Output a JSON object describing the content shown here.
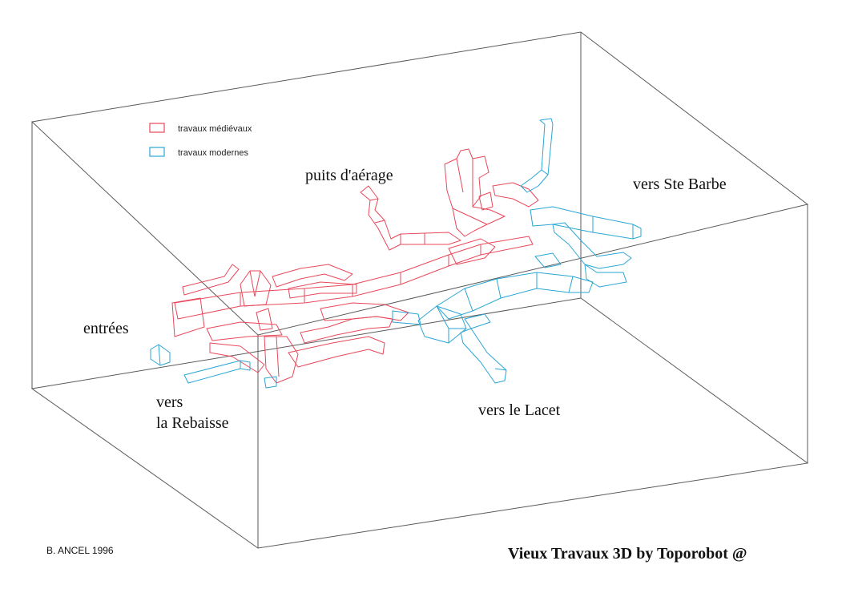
{
  "legend": {
    "medieval": {
      "label": "travaux médiévaux",
      "color": "#e8485a"
    },
    "modern": {
      "label": "travaux modernes",
      "color": "#2aa6d4"
    }
  },
  "labels": {
    "puits": "puits d'aérage",
    "ste_barbe": "vers Ste Barbe",
    "entrees": "entrées",
    "rebaisse_line1": "vers",
    "rebaisse_line2": "la Rebaisse",
    "lacet": "vers le Lacet"
  },
  "credit": "B. ANCEL 1996",
  "footer_title": "Vieux Travaux 3D by Toporobot @",
  "box_color": "#555555"
}
